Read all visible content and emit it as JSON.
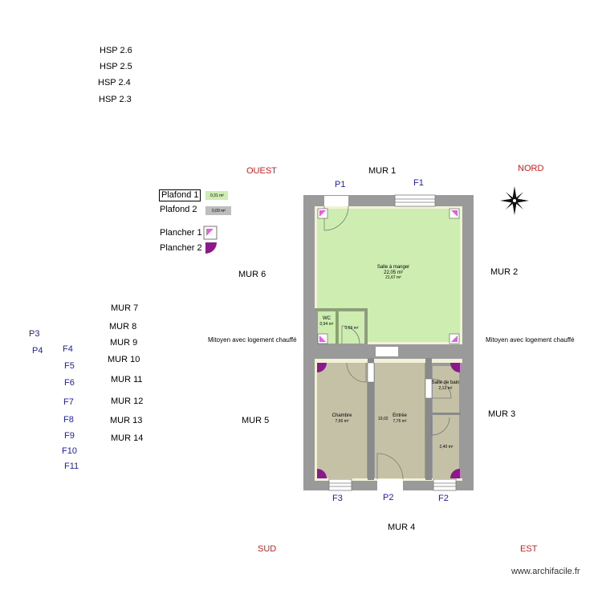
{
  "hsp": [
    "HSP 2.6",
    "HSP 2.5",
    "HSP 2.4",
    "HSP 2.3"
  ],
  "directions": {
    "ouest": "OUEST",
    "nord": "NORD",
    "sud": "SUD",
    "est": "EST"
  },
  "legend": {
    "plafond1": "Plafond 1",
    "plafond1_area": "0,31 m²",
    "plafond2": "Plafond 2",
    "plafond2_area": "0,00 m²",
    "plancher1": "Plancher 1",
    "plancher2": "Plancher 2"
  },
  "walls": {
    "mur1": "MUR 1",
    "mur2": "MUR 2",
    "mur3": "MUR 3",
    "mur4": "MUR 4",
    "mur5": "MUR 5",
    "mur6": "MUR 6",
    "mur7": "MUR 7",
    "mur8": "MUR 8",
    "mur9": "MUR 9",
    "mur10": "MUR 10",
    "mur11": "MUR 11",
    "mur12": "MUR 12",
    "mur13": "MUR 13",
    "mur14": "MUR 14"
  },
  "openings": {
    "p1": "P1",
    "p2": "P2",
    "p3": "P3",
    "p4": "P4",
    "f1": "F1",
    "f2": "F2",
    "f3": "F3",
    "f4": "F4",
    "f5": "F5",
    "f6": "F6",
    "f7": "F7",
    "f8": "F8",
    "f9": "F9",
    "f10": "F10",
    "f11": "F11"
  },
  "mitoyen_left": "Mitoyen avec logement chauffé",
  "mitoyen_right": "Mitoyen avec logement chauffé",
  "rooms": {
    "salle_name": "Salle à manger",
    "salle_area": "22,05 m²",
    "salle_area2": "21,67 m²",
    "wc_name": "WC",
    "wc_area": "0,94 m²",
    "closet_area": "0,69 m²",
    "chambre_name": "Chambre",
    "chambre_area": "7,66 m²",
    "entree_name": "Entrée",
    "entree_area": "7,76 m²",
    "entree_side": "19,02",
    "sdb_name": "Salle de bain",
    "sdb_area": "2,13 m²",
    "bottom_right_area": "2,40 m²"
  },
  "watermark": "www.archifacile.fr",
  "colors": {
    "wall": "#9a9a9a",
    "salle_fill": "#cdeeb0",
    "room_fill": "#c4c1a6",
    "window_blue": "#2020a0",
    "direction_red": "#d02020",
    "plancher_pink": "#e060e0",
    "plancher_purple": "#8a1a8a"
  }
}
